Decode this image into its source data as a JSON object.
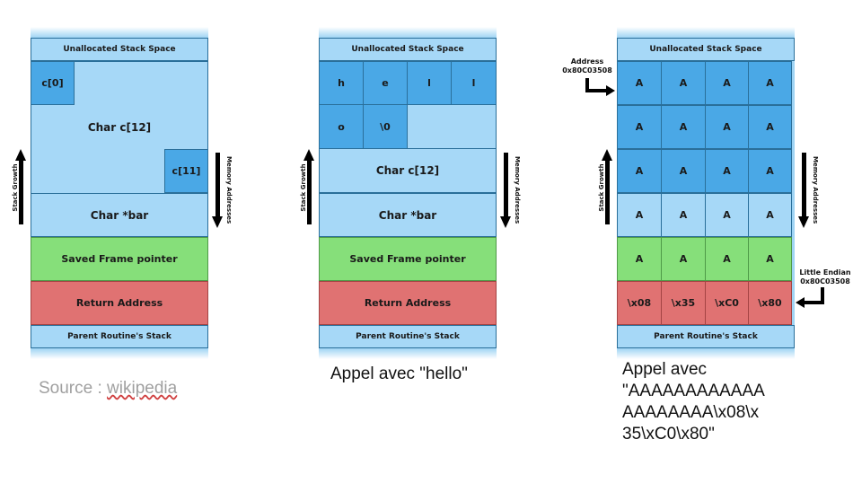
{
  "diagram1": {
    "unallocated": "Unallocated Stack Space",
    "c0": "c[0]",
    "char_c12": "Char c[12]",
    "c11": "c[11]",
    "char_bar": "Char *bar",
    "saved_frame": "Saved Frame pointer",
    "return_address": "Return Address",
    "parent_stack": "Parent Routine's Stack",
    "stack_growth": "Stack Growth",
    "memory_addresses": "Memory Addresses"
  },
  "diagram2": {
    "unallocated": "Unallocated Stack Space",
    "row1": [
      "h",
      "e",
      "l",
      "l"
    ],
    "row2": [
      "o",
      "\\0"
    ],
    "char_c12": "Char c[12]",
    "char_bar": "Char *bar",
    "saved_frame": "Saved Frame pointer",
    "return_address": "Return Address",
    "parent_stack": "Parent Routine's Stack",
    "stack_growth": "Stack Growth",
    "memory_addresses": "Memory Addresses"
  },
  "diagram3": {
    "unallocated": "Unallocated Stack Space",
    "rows": [
      [
        "A",
        "A",
        "A",
        "A"
      ],
      [
        "A",
        "A",
        "A",
        "A"
      ],
      [
        "A",
        "A",
        "A",
        "A"
      ],
      [
        "A",
        "A",
        "A",
        "A"
      ],
      [
        "A",
        "A",
        "A",
        "A"
      ]
    ],
    "return_row": [
      "\\x08",
      "\\x35",
      "\\xC0",
      "\\x80"
    ],
    "parent_stack": "Parent Routine's Stack",
    "stack_growth": "Stack Growth",
    "memory_addresses": "Memory Addresses",
    "address_label": "Address",
    "address_value": "0x80C03508",
    "endian_label": "Little Endian",
    "endian_value": "0x80C03508"
  },
  "captions": {
    "source_prefix": "Source : ",
    "source_link": "wikipedia",
    "hello": "Appel avec \"hello\"",
    "payload_line1": "Appel avec",
    "payload_line2": "\"AAAAAAAAAAAA",
    "payload_line3": "AAAAAAAA\\x08\\x",
    "payload_line4": "35\\xC0\\x80\""
  }
}
